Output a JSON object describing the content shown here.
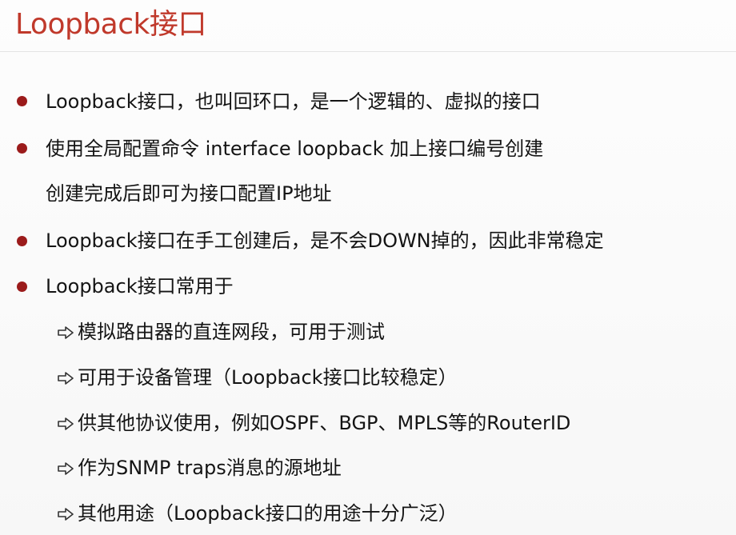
{
  "slide": {
    "title": "Loopback接口",
    "bullets": [
      {
        "text": "Loopback接口，也叫回环口，是一个逻辑的、虚拟的接口"
      },
      {
        "text": "使用全局配置命令 interface loopback 加上接口编号创建",
        "continuation": "创建完成后即可为接口配置IP地址"
      },
      {
        "text": "Loopback接口在手工创建后，是不会DOWN掉的，因此非常稳定"
      },
      {
        "text": "Loopback接口常用于"
      }
    ],
    "sub_items": [
      {
        "text": "模拟路由器的直连网段，可用于测试"
      },
      {
        "text": "可用于设备管理（Loopback接口比较稳定）"
      },
      {
        "text": "供其他协议使用，例如OSPF、BGP、MPLS等的RouterID"
      },
      {
        "text": "作为SNMP traps消息的源地址"
      },
      {
        "text": "其他用途（Loopback接口的用途十分广泛）"
      }
    ],
    "colors": {
      "title": "#c0392b",
      "bullet": "#9b1b1b",
      "text": "#141414"
    },
    "icons": {
      "bullet": "bullet-dot-icon",
      "sub_bullet": "right-arrow-icon"
    }
  }
}
